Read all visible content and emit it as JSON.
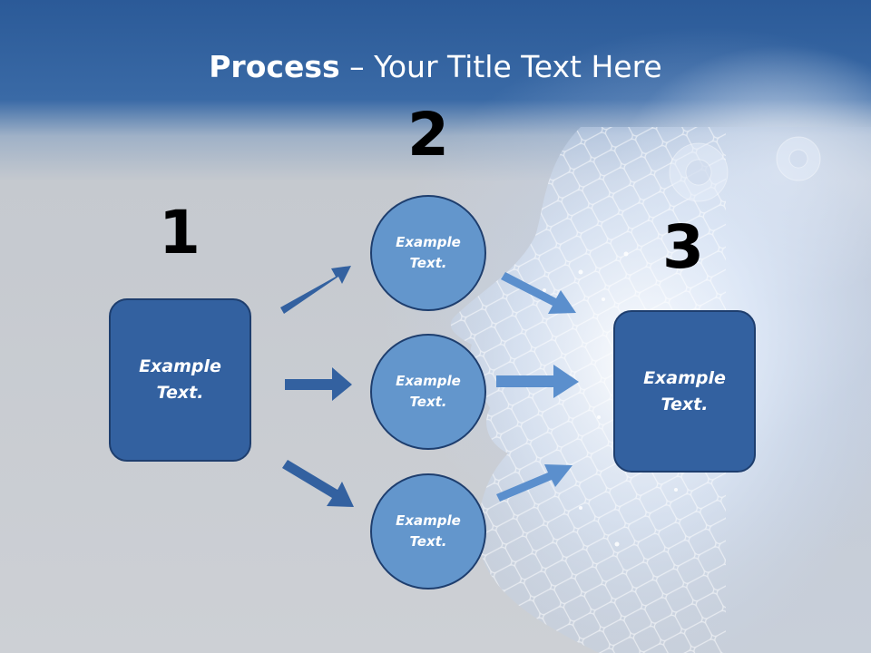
{
  "slide": {
    "title_bold": "Process",
    "title_rest": " – Your Title Text Here"
  },
  "steps": {
    "step1": {
      "number": "1",
      "text": "Example\nText."
    },
    "step2": {
      "number": "2",
      "items": [
        {
          "text": "Example\nText."
        },
        {
          "text": "Example\nText."
        },
        {
          "text": "Example\nText."
        }
      ]
    },
    "step3": {
      "number": "3",
      "text": "Example\nText."
    }
  },
  "colors": {
    "header_blue": "#2b5a98",
    "box_fill": "#3361a0",
    "circle_fill": "#6396cc",
    "arrow_left": "#3361a0",
    "arrow_right": "#5b8fcd",
    "outline": "#1e3e6e"
  }
}
